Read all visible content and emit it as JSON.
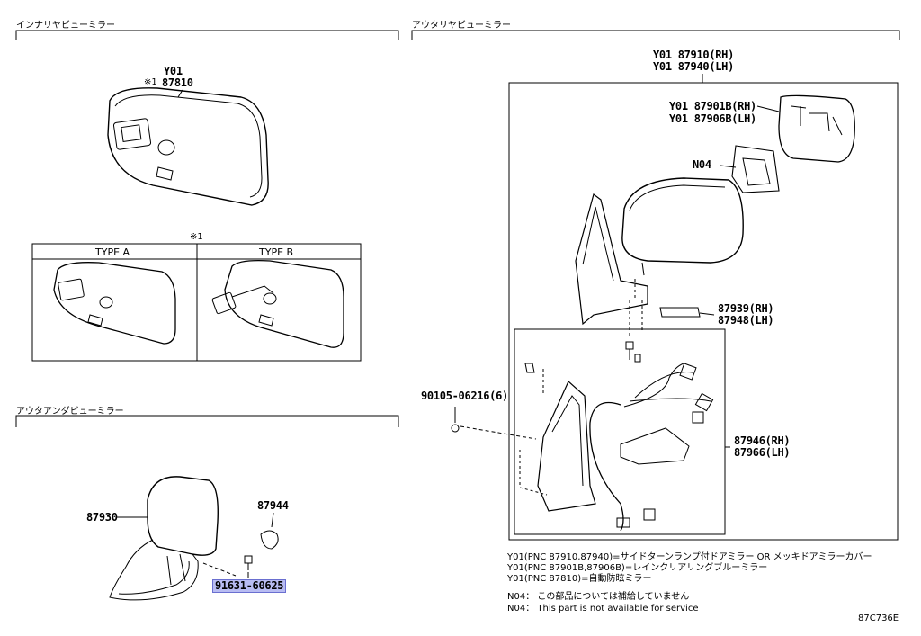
{
  "sections": {
    "inner": "インナリヤビューミラー",
    "outer": "アウタリヤビューミラー",
    "under": "アウタアンダビューミラー"
  },
  "parts": {
    "inner_y01": "Y01",
    "inner_mark": "※1",
    "inner_num": "87810",
    "outer_top_rh": "Y01 87910(RH)",
    "outer_top_lh": "Y01 87940(LH)",
    "glass_rh": "Y01 87901B(RH)",
    "glass_lh": "Y01 87906B(LH)",
    "n04": "N04",
    "p87939": "87939(RH)",
    "p87948": "87948(LH)",
    "screw": "90105-06216(6)",
    "p87946": "87946(RH)",
    "p87966": "87966(LH)",
    "p87930": "87930",
    "p87944": "87944",
    "p91631": "91631-60625"
  },
  "type_table": {
    "mark": "※1",
    "type_a": "TYPE A",
    "type_b": "TYPE B"
  },
  "notes": [
    "Y01(PNC 87910,87940)=サイドターンランプ付ドアミラー OR メッキドアミラーカバー",
    "Y01(PNC 87901B,87906B)=レインクリアリングブルーミラー",
    "Y01(PNC 87810)=自動防眩ミラー"
  ],
  "n04_notes": [
    "N04： この部品については補給していません",
    "N04： This part is not available for service"
  ],
  "figure_code": "87C736E",
  "colors": {
    "highlight": "#b8bcf2",
    "line": "#000000"
  }
}
